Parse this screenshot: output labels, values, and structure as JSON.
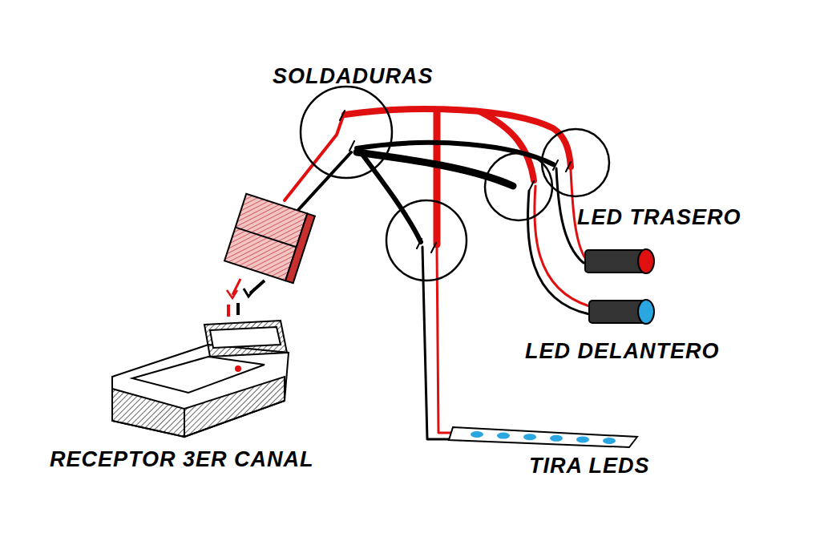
{
  "diagram": {
    "labels": [
      "SOLDADURAS",
      "LED TRASERO",
      "LED DELANTERO",
      "TIRA LEDS",
      "RECEPTOR 3ER CANAL"
    ]
  }
}
